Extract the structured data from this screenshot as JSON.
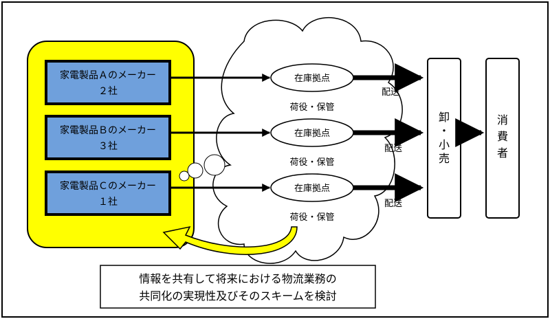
{
  "makers": [
    {
      "line1": "家電製品Ａのメーカー",
      "line2": "２社"
    },
    {
      "line1": "家電製品Ｂのメーカー",
      "line2": "３社"
    },
    {
      "line1": "家電製品Ｃのメーカー",
      "line2": "１社"
    }
  ],
  "warehouses": [
    {
      "label": "在庫拠点",
      "sub": "荷役・保管",
      "delivery": "配送"
    },
    {
      "label": "在庫拠点",
      "sub": "荷役・保管",
      "delivery": "配送"
    },
    {
      "label": "在庫拠点",
      "sub": "荷役・保管",
      "delivery": "配送"
    }
  ],
  "wholesale": {
    "chars": [
      "卸",
      "・",
      "小",
      "売"
    ]
  },
  "consumer": {
    "chars": [
      "消",
      "費",
      "者"
    ]
  },
  "note": {
    "line1": "情報を共有して将来における物流業務の",
    "line2": "共同化の実現性及びそのスキームを検討"
  },
  "colors": {
    "yellow_panel": "#ffff00",
    "maker_box": "#6fa0dc",
    "border": "#000000"
  }
}
